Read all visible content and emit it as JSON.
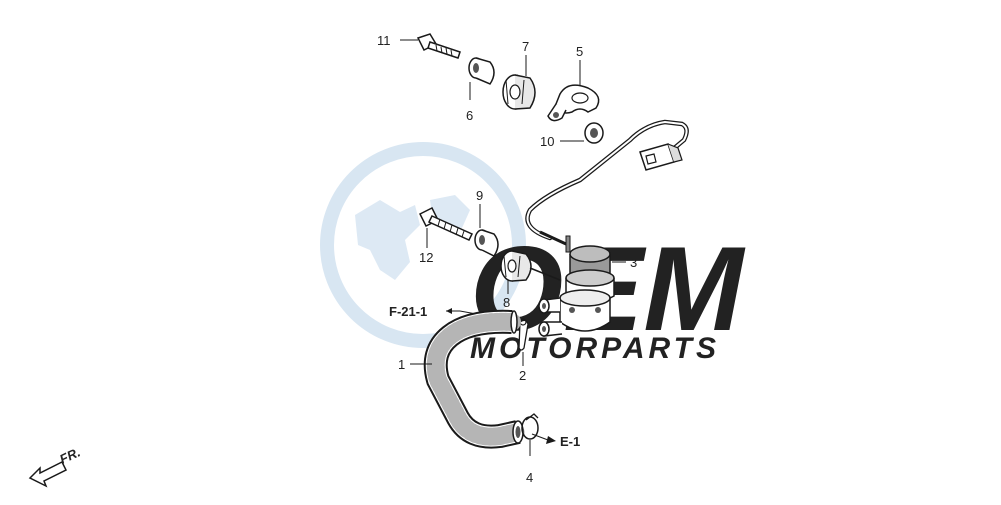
{
  "watermark": {
    "brand": "OEM",
    "subtitle": "MOTORPARTS",
    "color": "#c9dcec"
  },
  "callouts": {
    "p1": "1",
    "p2": "2",
    "p3": "3",
    "p4": "4",
    "p5": "5",
    "p6": "6",
    "p7": "7",
    "p8": "8",
    "p9": "9",
    "p10": "10",
    "p11": "11",
    "p12": "12"
  },
  "references": {
    "f21": "F-21-1",
    "e1": "E-1"
  },
  "direction": {
    "label": "FR."
  },
  "colors": {
    "line": "#1a1a1a",
    "part_fill": "#ffffff",
    "shade": "#9a9a9a",
    "dark": "#555555"
  }
}
